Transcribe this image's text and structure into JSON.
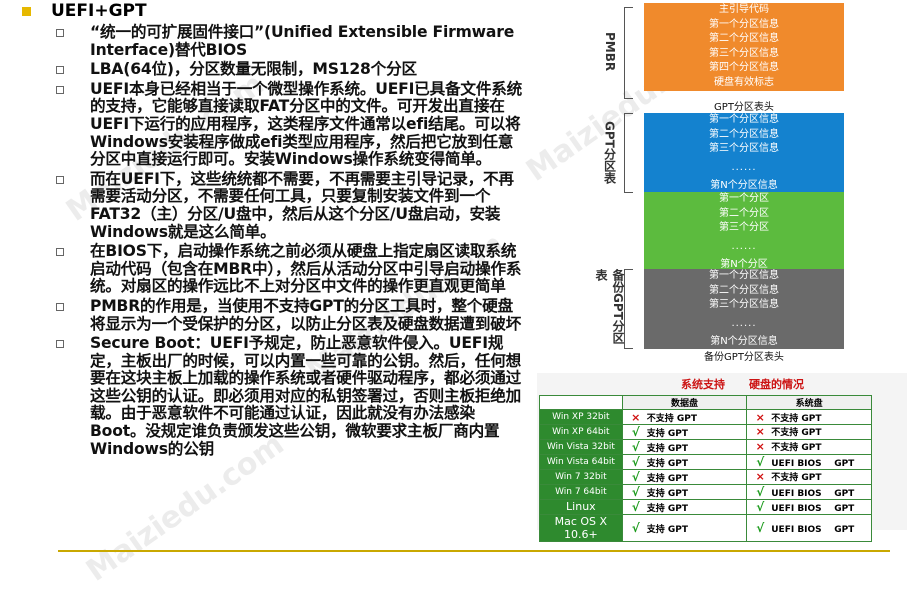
{
  "title": "UEFI+GPT",
  "bullets": [
    "“统一的可扩展固件接口”(Unified Extensible Firmware Interface)替代BIOS",
    "LBA(64位)，分区数量无限制，MS128个分区",
    "UEFI本身已经相当于一个微型操作系统。UEFI已具备文件系统的支持，它能够直接读取FAT分区中的文件。可开发出直接在UEFI下运行的应用程序，这类程序文件通常以efi结尾。可以将Windows安装程序做成efi类型应用程序，然后把它放到任意分区中直接运行即可。安装Windows操作系统变得简单。",
    "而在UEFI下，这些统统都不需要，不再需要主引导记录，不再需要活动分区，不需要任何工具，只要复制安装文件到一个FAT32（主）分区/U盘中，然后从这个分区/U盘启动，安装Windows就是这么简单。",
    "在BIOS下，启动操作系统之前必须从硬盘上指定扇区读取系统启动代码（包含在MBR中），然后从活动分区中引导启动操作系统。对扇区的操作远比不上对分区中文件的操作更直观更简单",
    "PMBR的作用是，当使用不支持GPT的分区工具时，整个硬盘将显示为一个受保护的分区，以防止分区表及硬盘数据遭到破坏",
    "Secure Boot：UEFI予规定，防止恶意软件侵入。UEFI规定，主板出厂的时候，可以内置一些可靠的公钥。然后，任何想要在这块主板上加载的操作系统或者硬件驱动程序，都必须通过这些公钥的认证。即必须用对应的私钥签署过，否则主板拒绝加载。由于恶意软件不可能通过认证，因此就没有办法感染Boot。没规定谁负责颁发这些公钥，微软要求主板厂商内置Windows的公钥"
  ],
  "gpt_diagram": {
    "pmbr_label": "PMBR",
    "gpt_table_label": "GPT分区表",
    "backup_label": "备份GPT分区表",
    "pmbr_rows": [
      "主引导代码",
      "第一个分区信息",
      "第二个分区信息",
      "第三个分区信息",
      "第四个分区信息",
      "硬盘有效标志"
    ],
    "gpt_header": "GPT分区表头",
    "entry_rows": [
      "第一个分区信息",
      "第二个分区信息",
      "第三个分区信息"
    ],
    "dots": "......",
    "entry_last": "第N个分区信息",
    "partition_rows": [
      "第一个分区",
      "第二个分区",
      "第三个分区"
    ],
    "partition_last": "第N个分区",
    "backup_rows": [
      "第一个分区信息",
      "第二个分区信息",
      "第三个分区信息"
    ],
    "backup_last": "第N个分区信息",
    "backup_header": "备份GPT分区表头"
  },
  "compat_table": {
    "label_left": "系统支持",
    "label_right": "硬盘的情况",
    "col_data": "数据盘",
    "col_system": "系统盘",
    "rows": [
      {
        "os": "Win XP 32bit",
        "data_ok": false,
        "data": "不支持 GPT",
        "sys_ok": false,
        "sys": "不支持 GPT"
      },
      {
        "os": "Win XP 64bit",
        "data_ok": true,
        "data": "支持 GPT",
        "sys_ok": false,
        "sys": "不支持 GPT"
      },
      {
        "os": "Win Vista 32bit",
        "data_ok": true,
        "data": "支持 GPT",
        "sys_ok": false,
        "sys": "不支持 GPT"
      },
      {
        "os": "Win Vista 64bit",
        "data_ok": true,
        "data": "支持 GPT",
        "sys_ok": true,
        "sys": "UEFI BIOS    GPT"
      },
      {
        "os": "Win 7 32bit",
        "data_ok": true,
        "data": "支持 GPT",
        "sys_ok": false,
        "sys": "不支持 GPT"
      },
      {
        "os": "Win 7 64bit",
        "data_ok": true,
        "data": "支持 GPT",
        "sys_ok": true,
        "sys": "UEFI BIOS    GPT"
      },
      {
        "os": "Linux",
        "data_ok": true,
        "data": "支持 GPT",
        "sys_ok": true,
        "sys": "UEFI BIOS    GPT"
      },
      {
        "os": "Mac OS X 10.6+",
        "data_ok": true,
        "data": "支持 GPT",
        "sys_ok": true,
        "sys": "UEFI BIOS    GPT"
      }
    ],
    "ok_symbol": "√",
    "no_symbol": "×"
  },
  "colors": {
    "pmbr": "#f08a2c",
    "gpt_table": "#1482cf",
    "partitions": "#5cbb3e",
    "backup": "#6a6a6a",
    "os_cell": "#2e8a2e",
    "bullet_gold": "#e6b800"
  }
}
